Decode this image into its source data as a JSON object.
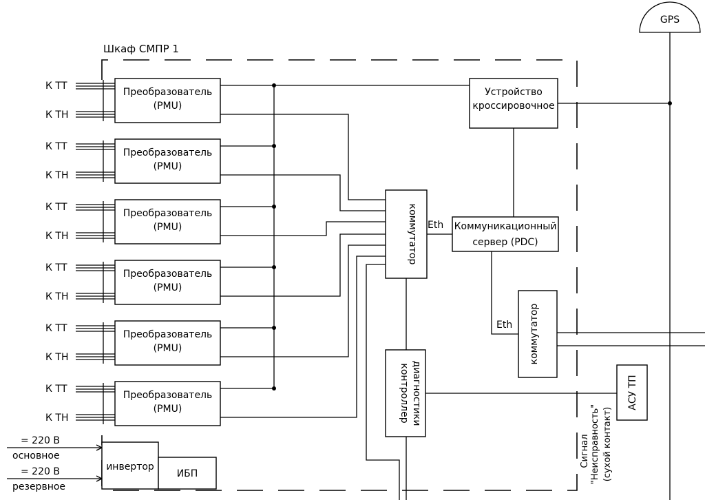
{
  "cabinet": {
    "title": "Шкаф СМПР 1"
  },
  "gps": {
    "label": "GPS"
  },
  "inputs": {
    "tt": "К ТТ",
    "tn": "К ТН"
  },
  "pmu": {
    "line1": "Преобразователь",
    "line2": "(PMU)",
    "count": 6
  },
  "crossconnect": {
    "line1": "Устройство",
    "line2": "кроссировочное"
  },
  "switch_main": {
    "label": "коммутатор"
  },
  "switch_second": {
    "label": "коммутатор"
  },
  "server": {
    "line1": "Коммуникационный",
    "line2": "сервер (PDC)"
  },
  "eth": {
    "label": "Eth"
  },
  "controller": {
    "line1": "контроллер",
    "line2": "диагностики"
  },
  "asu": {
    "label": "АСУ ТП"
  },
  "signal": {
    "line1": "Сигнал",
    "line2": "\"Неисправность\"",
    "line3": "(сухой контакт)"
  },
  "power": {
    "main_voltage": "= 220 В",
    "main_label": "основное",
    "reserve_voltage": "= 220 В",
    "reserve_label": "резервное",
    "inverter": "инвертор",
    "ups": "ИБП"
  }
}
